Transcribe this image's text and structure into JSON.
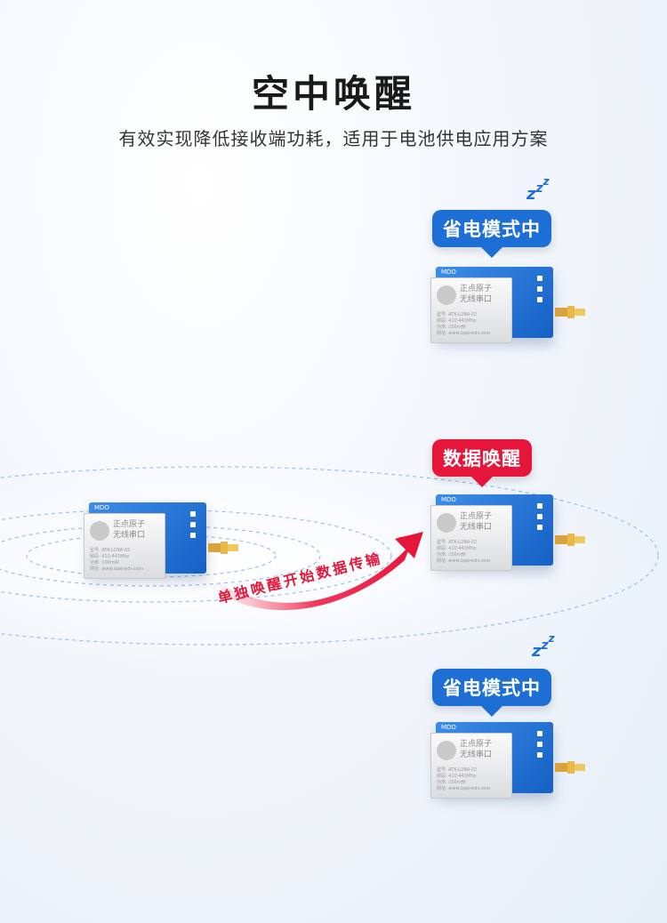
{
  "header": {
    "title": "空中唤醒",
    "subtitle": "有效实现降低接收端功耗，适用于电池供电应用方案"
  },
  "badges": {
    "top": "省电模式中",
    "middle": "数据唤醒",
    "bottom": "省电模式中"
  },
  "arrow_text": "单独唤醒开始数据传输",
  "sleep_icon": "zzz-sleep-icon",
  "module": {
    "brand_line1": "正点原子",
    "brand_line2": "无线串口",
    "model": "型号: ATK-LORA-02",
    "freq": "频段: 410-441Mhz",
    "power": "功率: 100mW",
    "site": "网址: www.openedv.com",
    "mdo": "MDO"
  },
  "colors": {
    "blue": "#1d6fd6",
    "red": "#e6163a"
  }
}
